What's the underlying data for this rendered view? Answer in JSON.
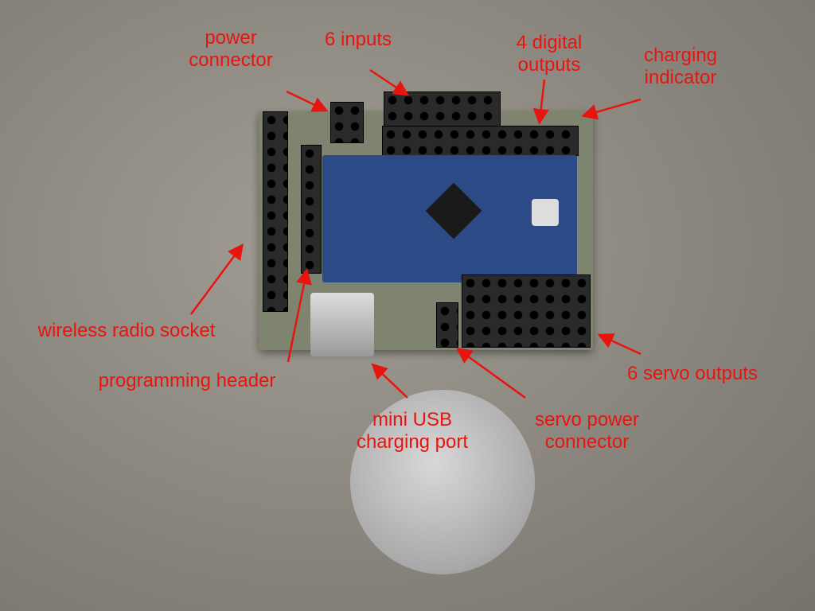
{
  "annotations": {
    "power_connector": [
      "power",
      "connector"
    ],
    "six_inputs": "6 inputs",
    "digital_outputs": [
      "4 digital",
      "outputs"
    ],
    "charging_indicator": [
      "charging",
      "indicator"
    ],
    "wireless_radio_socket": "wireless radio socket",
    "programming_header": "programming header",
    "mini_usb": [
      "mini USB",
      "charging port"
    ],
    "servo_power": [
      "servo power",
      "connector"
    ],
    "servo_outputs": "6 servo outputs"
  },
  "colors": {
    "label": "#e8140f",
    "pcb": "#7f8470",
    "arduino": "#2b4a86"
  }
}
